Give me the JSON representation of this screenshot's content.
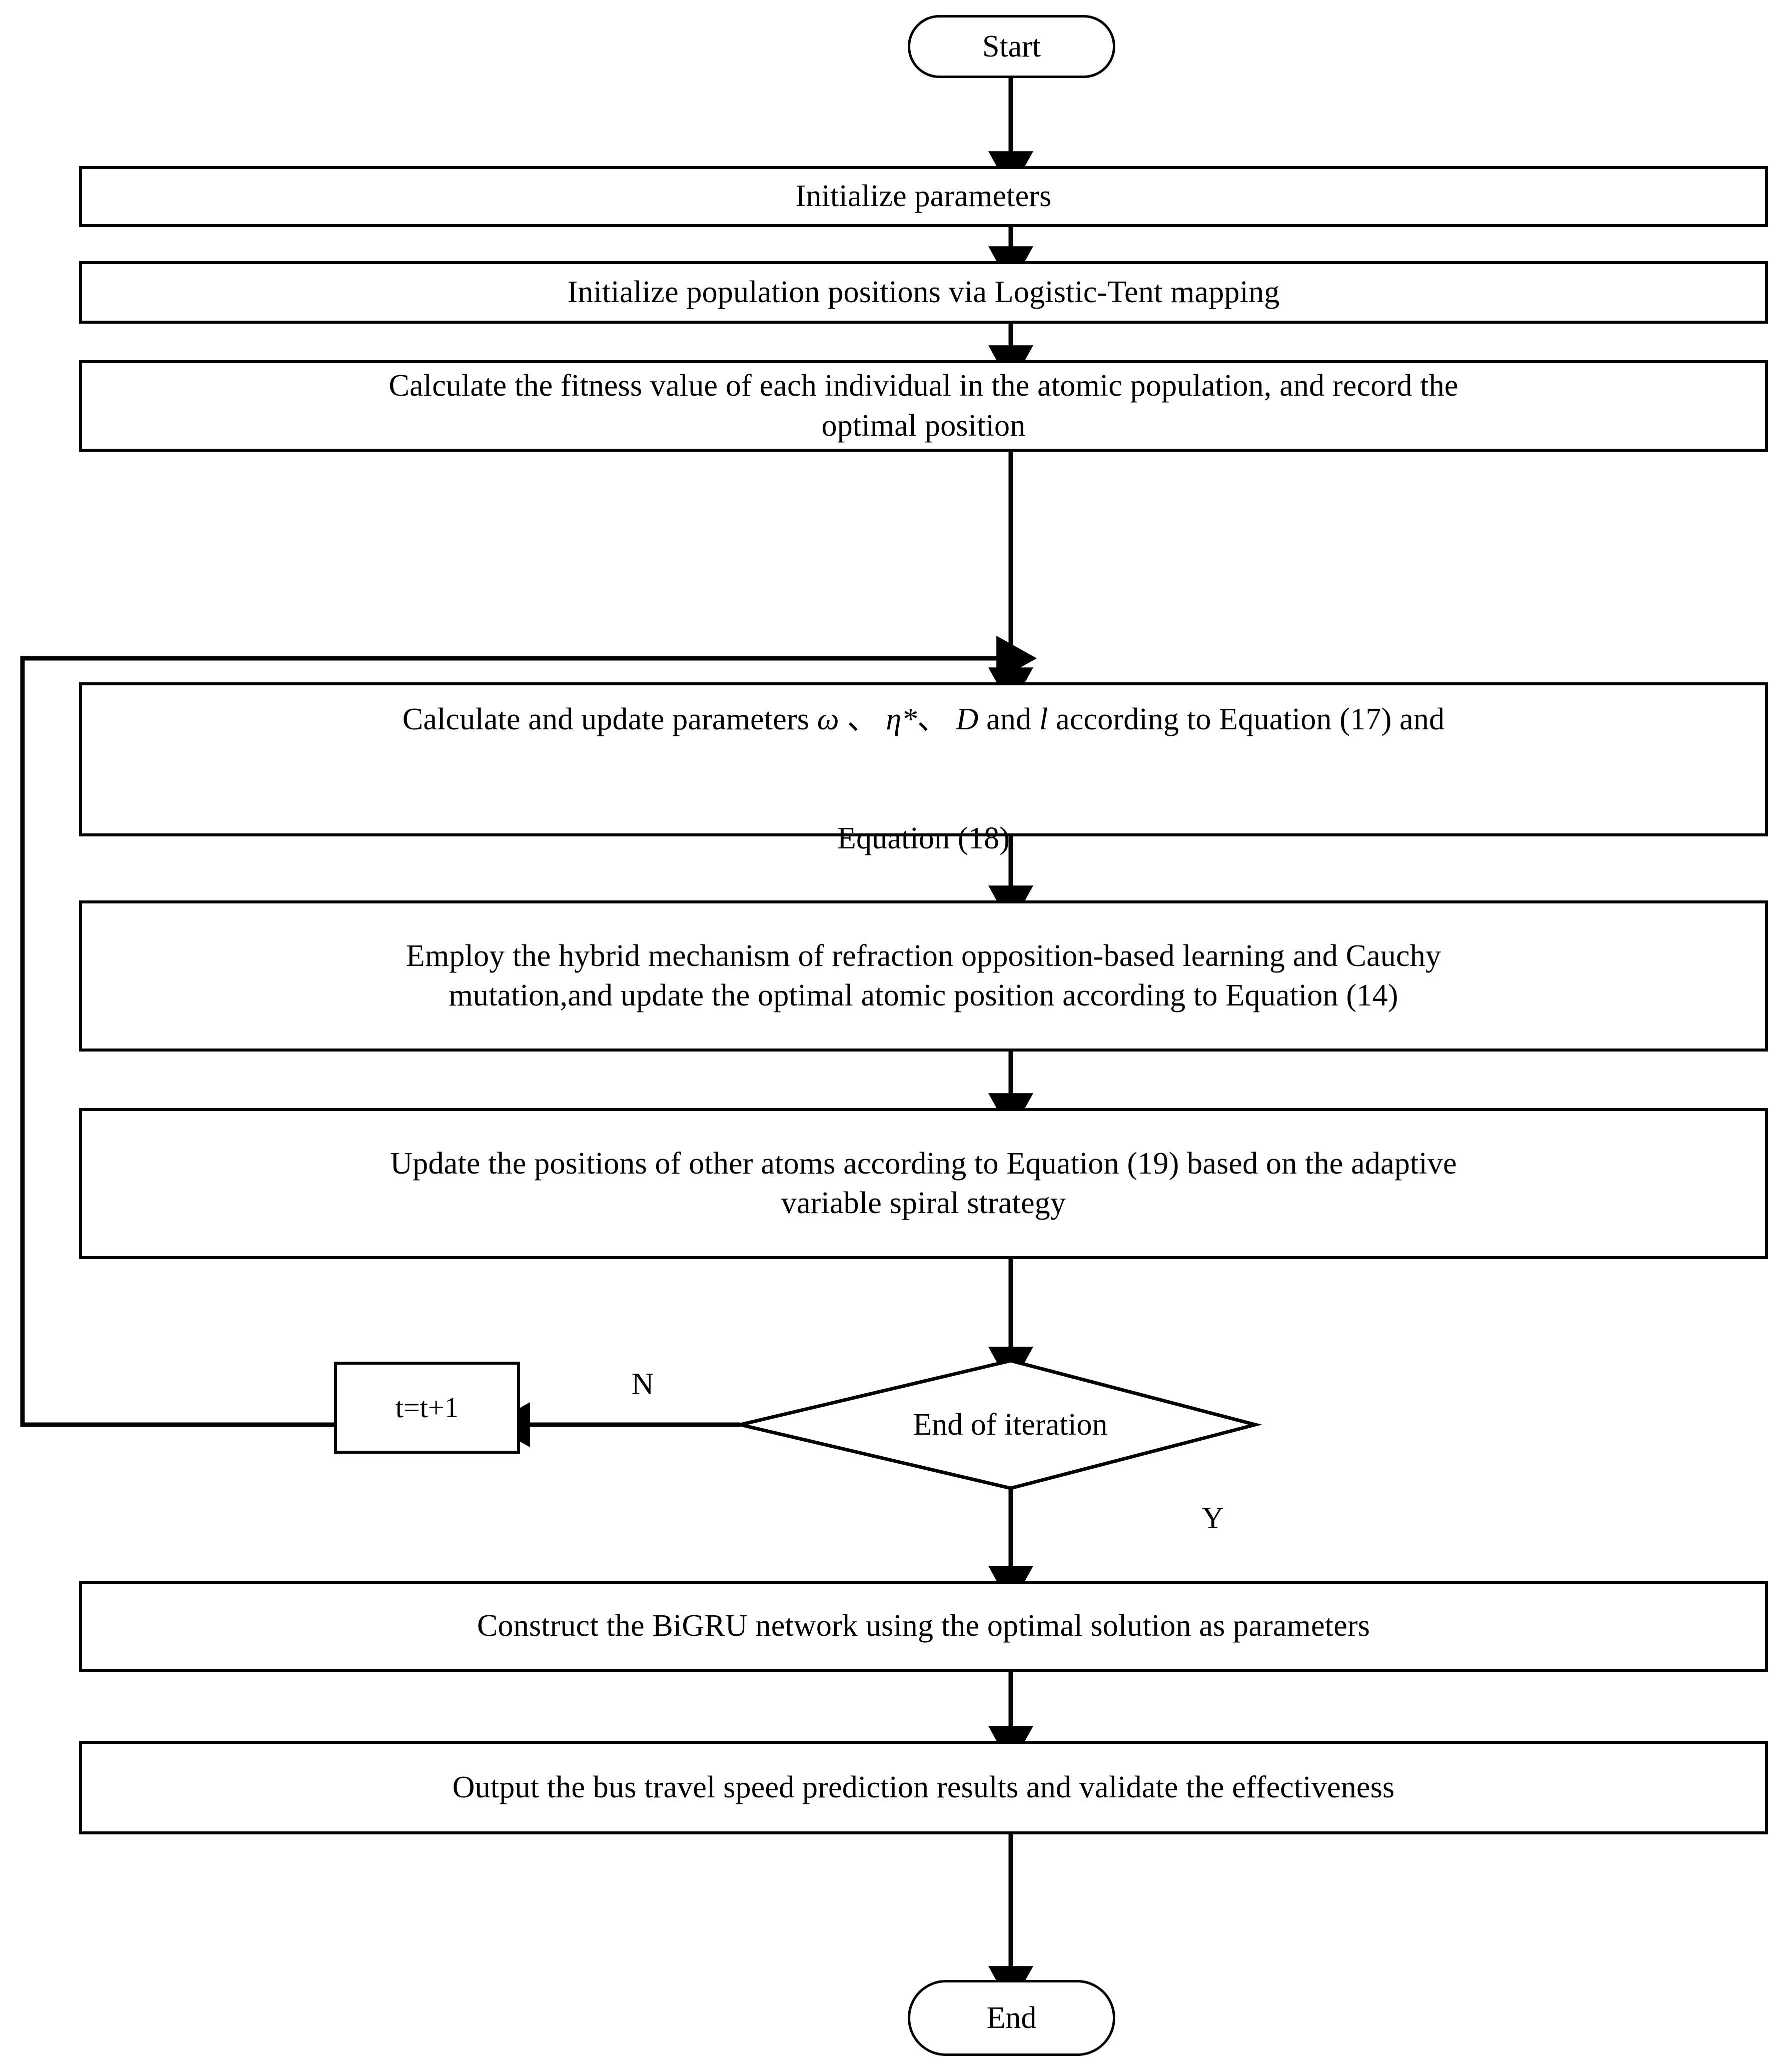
{
  "diagram": {
    "type": "flowchart",
    "title": "Improved Atom Search Optimization with BiGRU bus travel speed prediction",
    "orientation": "top-to-bottom",
    "background_color": "#ffffff",
    "line_color": "#000000",
    "text_color": "#000000"
  },
  "nodes": {
    "start": {
      "label": "Start",
      "shape": "terminator"
    },
    "init_params": {
      "label": "Initialize parameters",
      "shape": "process"
    },
    "init_population": {
      "label": "Initialize population positions via Logistic-Tent mapping",
      "shape": "process"
    },
    "fitness": {
      "label": "Calculate the fitness value of each individual in the atomic population, and record the\noptimal position",
      "line1": "Calculate the fitness value of each individual in the atomic population, and record the",
      "line2": "optimal position",
      "shape": "process"
    },
    "update_params": {
      "prefix": "Calculate and update parameters ",
      "sym_omega": "ω",
      "sep1": "、",
      "sym_eta": "η",
      "sym_star": "*",
      "sep2": "、",
      "sym_D": "D",
      "mid": " and ",
      "sym_l": "l",
      "suffix": " according to Equation (17) and",
      "line2": "Equation (18)",
      "full_text": "Calculate and update parameters ω 、 η*、 D and l according to Equation (17) and Equation (18)",
      "shape": "process"
    },
    "hybrid_mechanism": {
      "line1": "Employ the hybrid mechanism of refraction opposition-based learning and Cauchy",
      "line2": "mutation,and update the optimal atomic position according to Equation (14)",
      "label": "Employ the hybrid mechanism of refraction opposition-based learning and Cauchy\nmutation,and update the optimal atomic position according to Equation (14)",
      "shape": "process"
    },
    "update_atoms": {
      "line1": "Update the positions of other atoms according to Equation (19) based on the adaptive",
      "line2": "variable spiral strategy",
      "label": "Update the positions of other atoms according to Equation (19) based on the adaptive\nvariable spiral strategy",
      "shape": "process"
    },
    "iteration_counter": {
      "label": "t=t+1",
      "shape": "process"
    },
    "decision": {
      "label": "End of iteration",
      "shape": "decision"
    },
    "construct_bigru": {
      "label": "Construct the BiGRU network using the optimal solution as parameters",
      "shape": "process"
    },
    "output_results": {
      "label": "Output the bus travel speed prediction results and validate the effectiveness",
      "shape": "process"
    },
    "end": {
      "label": "End",
      "shape": "terminator"
    }
  },
  "edge_labels": {
    "no_branch": "N",
    "yes_branch": "Y"
  },
  "edges": [
    {
      "from": "start",
      "to": "init_params",
      "label": ""
    },
    {
      "from": "init_params",
      "to": "init_population",
      "label": ""
    },
    {
      "from": "init_population",
      "to": "fitness",
      "label": ""
    },
    {
      "from": "fitness",
      "to": "update_params",
      "label": ""
    },
    {
      "from": "update_params",
      "to": "hybrid_mechanism",
      "label": ""
    },
    {
      "from": "hybrid_mechanism",
      "to": "update_atoms",
      "label": ""
    },
    {
      "from": "update_atoms",
      "to": "decision",
      "label": ""
    },
    {
      "from": "decision",
      "to": "iteration_counter",
      "label": "N"
    },
    {
      "from": "iteration_counter",
      "to": "update_params",
      "label": ""
    },
    {
      "from": "decision",
      "to": "construct_bigru",
      "label": "Y"
    },
    {
      "from": "construct_bigru",
      "to": "output_results",
      "label": ""
    },
    {
      "from": "output_results",
      "to": "end",
      "label": ""
    }
  ]
}
